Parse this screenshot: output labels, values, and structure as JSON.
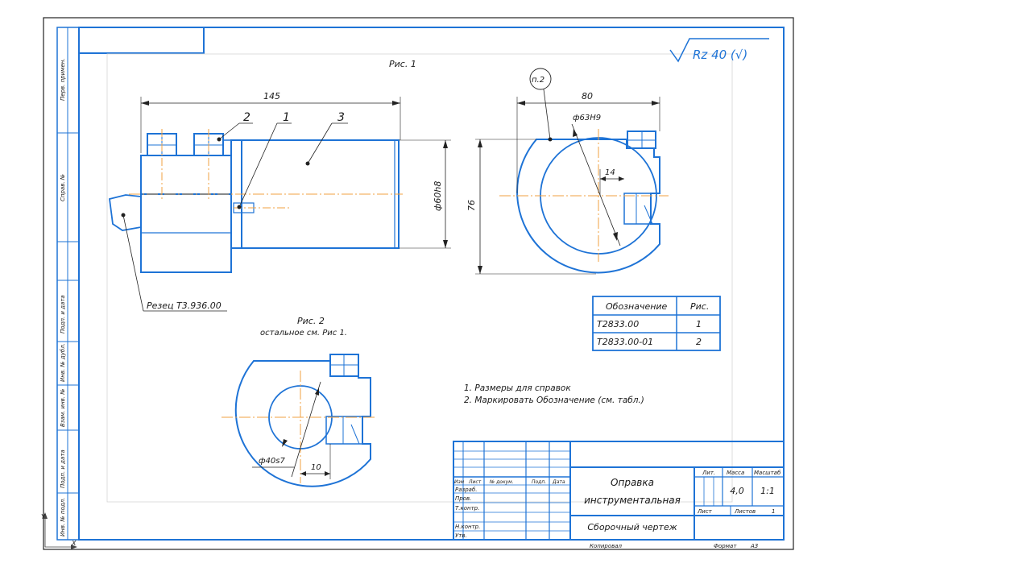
{
  "colors": {
    "outline": "#1e73d6",
    "dimension": "#222222",
    "axis": "#f0a040"
  },
  "roughness": {
    "symbol": "Rz 40 (√)"
  },
  "fig1": {
    "caption": "Рис. 1",
    "dim_length": "145",
    "dim_diameter": "ф60h8",
    "callout_1": "1",
    "callout_2": "2",
    "callout_3": "3",
    "cutter_label": "Резец Т3.936.00"
  },
  "side_view": {
    "bubble": "п.2",
    "dim_width": "80",
    "dim_bore": "ф63Н9",
    "dim_slot": "14",
    "dim_height": "76"
  },
  "fig2": {
    "caption": "Рис. 2",
    "subcaption": "остальное см. Рис 1.",
    "dim_bore": "ф40s7",
    "dim_slot": "10"
  },
  "table": {
    "headers": [
      "Обозначение",
      "Рис."
    ],
    "rows": [
      {
        "designation": "Т2833.00",
        "fig": "1"
      },
      {
        "designation": "Т2833.00-01",
        "fig": "2"
      }
    ]
  },
  "notes": [
    "1. Размеры для справок",
    "2. Маркировать Обозначение (см. табл.)"
  ],
  "side_strip": [
    "Перв. примен.",
    "Справ. №",
    "Подп. и дата",
    "Инв. № дубл.",
    "Взам. инв. №",
    "Подп. и дата",
    "Инв. № подл."
  ],
  "title_block": {
    "cols": [
      "Изм",
      "Лист",
      "№ докум.",
      "Подп.",
      "Дата"
    ],
    "roles": [
      "Разраб.",
      "Пров.",
      "Т.контр.",
      "Н.контр.",
      "Утв."
    ],
    "name_line1": "Оправка",
    "name_line2": "инструментальная",
    "doc_type": "Сборочный чертеж",
    "lit_label": "Лит.",
    "mass_label": "Масса",
    "scale_label": "Масштаб",
    "mass_value": "4,0",
    "scale_value": "1:1",
    "sheet_label": "Лист",
    "sheets_label": "Листов",
    "sheets_value": "1",
    "copied": "Копировал",
    "format_label": "Формат",
    "format_value": "А3"
  },
  "axis_marks": {
    "y": "Y",
    "x": "X"
  }
}
